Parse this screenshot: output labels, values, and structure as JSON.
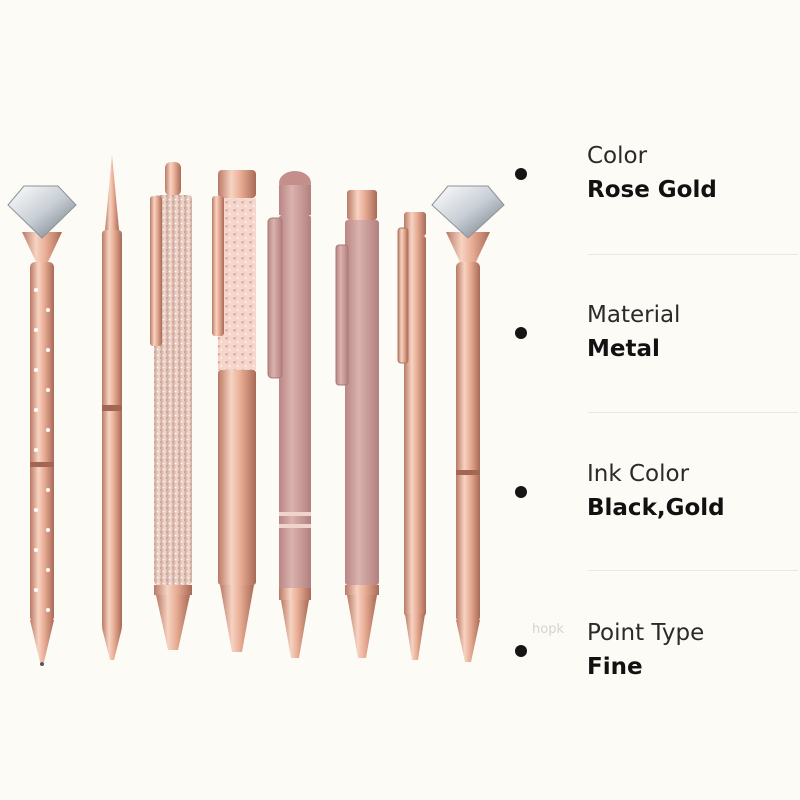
{
  "specs": [
    {
      "label": "Color",
      "value": "Rose Gold"
    },
    {
      "label": "Material",
      "value": "Metal"
    },
    {
      "label": "Ink Color",
      "value": "Black,Gold"
    },
    {
      "label": "Point Type",
      "value": "Fine"
    }
  ],
  "watermark": "hopk",
  "colors": {
    "background": "#fdfbf5",
    "rose_gold_light": "#f7d3c2",
    "rose_gold_dark": "#b97a66",
    "matte_pink": "#c99a98",
    "dot": "#151515"
  },
  "pens": [
    {
      "name": "diamond-polka-dot-pen"
    },
    {
      "name": "slim-twist-pen"
    },
    {
      "name": "glitter-pen"
    },
    {
      "name": "foil-flake-pen"
    },
    {
      "name": "stylus-pen"
    },
    {
      "name": "matte-clip-pen"
    },
    {
      "name": "skinny-clip-pen"
    },
    {
      "name": "diamond-pen"
    }
  ]
}
